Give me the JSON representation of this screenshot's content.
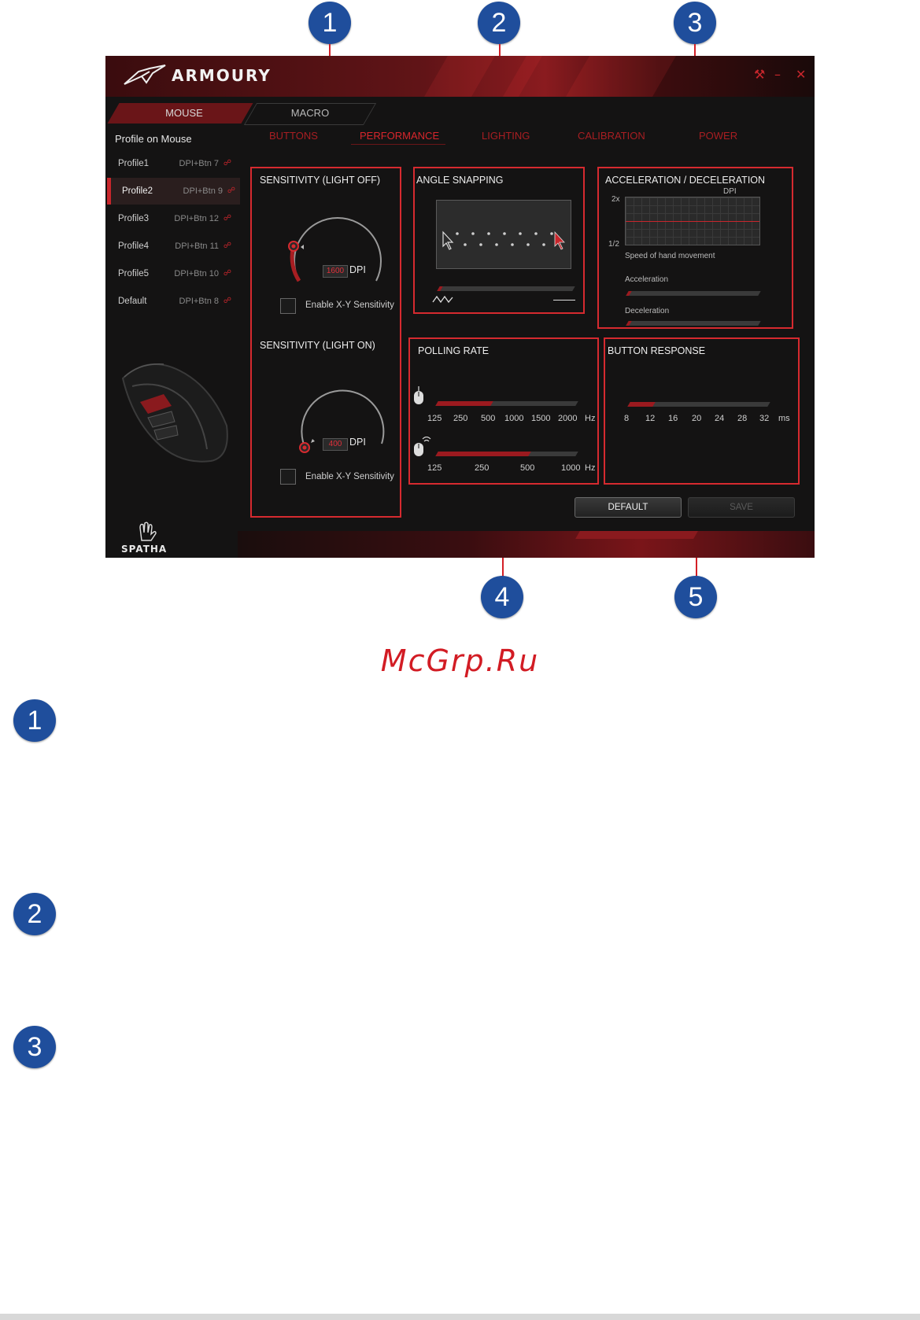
{
  "app": {
    "brand": "ARMOURY",
    "tabs": [
      "MOUSE",
      "MACRO"
    ],
    "subtabs": [
      "BUTTONS",
      "PERFORMANCE",
      "LIGHTING",
      "CALIBRATION",
      "POWER"
    ],
    "active_subtab": "PERFORMANCE",
    "device_name": "SPATHA",
    "accent_color": "#d62a2f",
    "window_controls": [
      "wrench-icon",
      "minimize-icon",
      "close-icon"
    ]
  },
  "sidebar": {
    "title": "Profile on Mouse",
    "profiles": [
      {
        "name": "Profile1",
        "binding": "DPI+Btn 7"
      },
      {
        "name": "Profile2",
        "binding": "DPI+Btn 9"
      },
      {
        "name": "Profile3",
        "binding": "DPI+Btn 12"
      },
      {
        "name": "Profile4",
        "binding": "DPI+Btn 11"
      },
      {
        "name": "Profile5",
        "binding": "DPI+Btn 10"
      },
      {
        "name": "Default",
        "binding": "DPI+Btn 8"
      }
    ],
    "active_profile": "Profile2"
  },
  "sensitivity": {
    "light_off": {
      "title": "SENSITIVITY (LIGHT OFF)",
      "dpi_value": "1600",
      "unit": "DPI",
      "checkbox_label": "Enable X-Y Sensitivity"
    },
    "light_on": {
      "title": "SENSITIVITY (LIGHT ON)",
      "dpi_value": "400",
      "unit": "DPI",
      "checkbox_label": "Enable X-Y Sensitivity"
    }
  },
  "angle_snapping": {
    "title": "ANGLE  SNAPPING",
    "level": 0.0
  },
  "acceleration": {
    "title": "ACCELERATION / DECELERATION",
    "graph_y_top": "2x",
    "graph_y_bottom": "1/2",
    "graph_x_label": "DPI",
    "caption": "Speed of hand movement",
    "acceleration_label": "Acceleration",
    "deceleration_label": "Deceleration",
    "acceleration_level": 0.0,
    "deceleration_level": 0.0
  },
  "polling_rate": {
    "title": "POLLING RATE",
    "wired_ticks": [
      "125",
      "250",
      "500",
      "1000",
      "1500",
      "2000"
    ],
    "wired_selected": "500",
    "wireless_ticks": [
      "125",
      "250",
      "500",
      "1000"
    ],
    "wireless_selected": "500",
    "unit": "Hz"
  },
  "button_response": {
    "title": "BUTTON RESPONSE",
    "ticks": [
      "8",
      "12",
      "16",
      "20",
      "24",
      "28",
      "32"
    ],
    "selected": "12",
    "unit": "ms"
  },
  "buttons": {
    "default": "DEFAULT",
    "save": "SAVE"
  },
  "callouts": [
    "1",
    "2",
    "3",
    "4",
    "5"
  ],
  "body_callouts": [
    "1",
    "2",
    "3"
  ],
  "watermark": "McGrp.Ru"
}
